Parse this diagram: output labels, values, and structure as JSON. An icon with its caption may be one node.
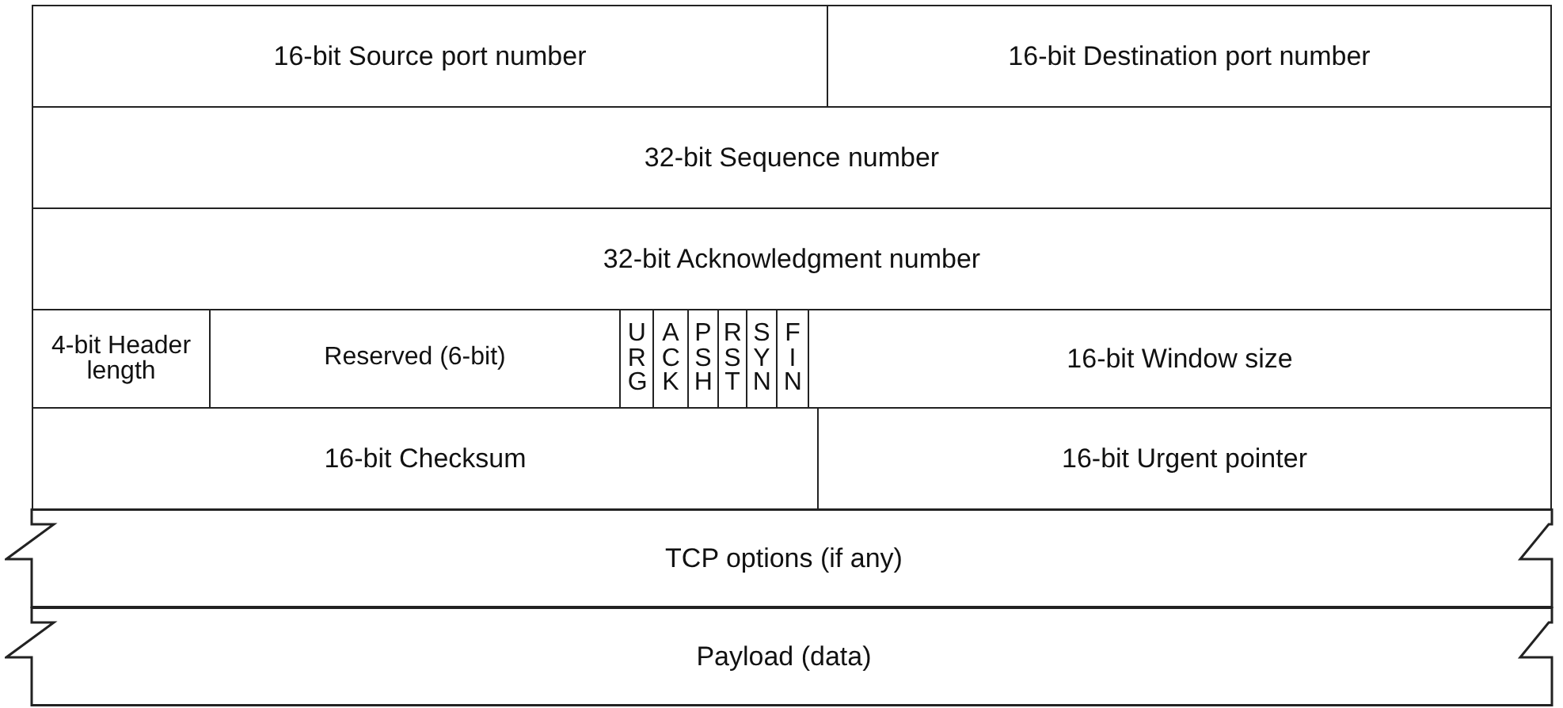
{
  "diagram": {
    "nodes": [
      {
        "text": [
          "16-bit Source port number"
        ]
      },
      {
        "text": [
          "16-bit Destination port number"
        ]
      },
      {
        "text": [
          "32-bit Sequence number"
        ]
      },
      {
        "text": [
          "32-bit Acknowledgment number"
        ]
      },
      {
        "text": [
          "4-bit Header length"
        ]
      },
      {
        "text": [
          "Reserved (6-bit)"
        ]
      },
      {
        "text": [
          "URG"
        ]
      },
      {
        "text": [
          "ACK"
        ]
      },
      {
        "text": [
          "PSH"
        ]
      },
      {
        "text": [
          "RST"
        ]
      },
      {
        "text": [
          "SYN"
        ]
      },
      {
        "text": [
          "FIN"
        ]
      },
      {
        "text": [
          "16-bit Window size"
        ]
      },
      {
        "text": [
          "16-bit Checksum"
        ]
      },
      {
        "text": [
          "16-bit Urgent pointer"
        ]
      },
      {
        "text": [
          "TCP options (if any)"
        ]
      },
      {
        "text": [
          "Payload (data)"
        ]
      }
    ]
  }
}
